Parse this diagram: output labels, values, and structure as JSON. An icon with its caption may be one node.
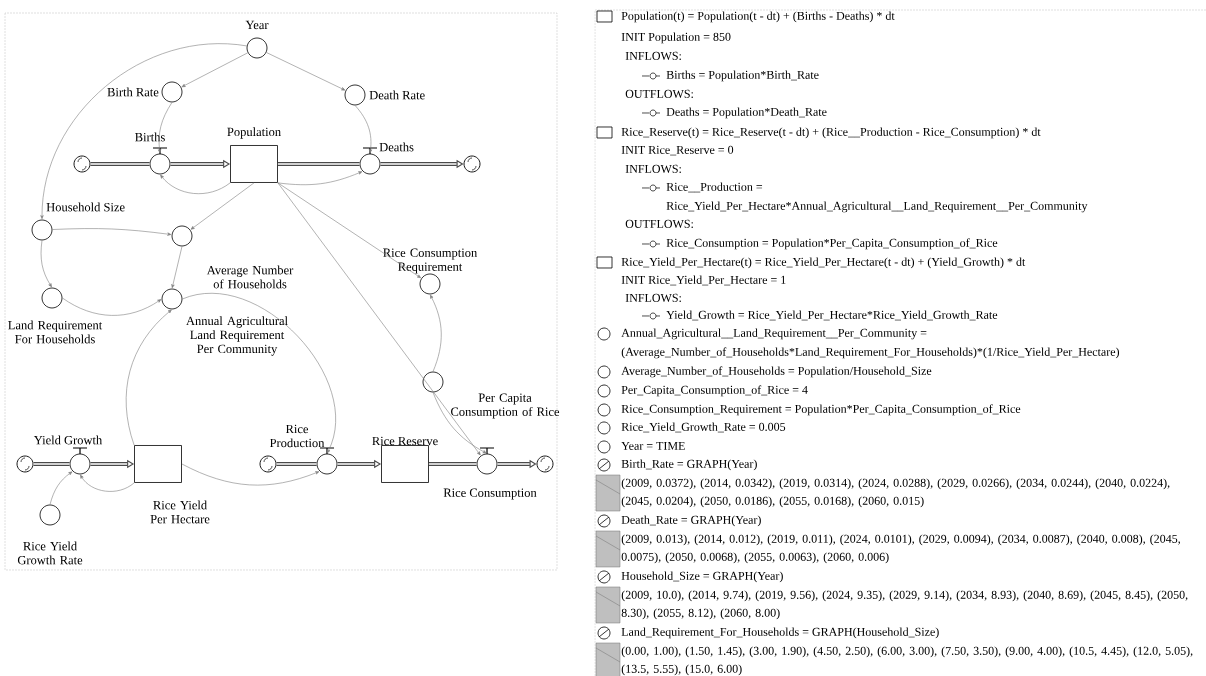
{
  "diagram": {
    "nodes": [
      {
        "text": [
          "Year"
        ]
      },
      {
        "text": [
          "Birth Rate"
        ]
      },
      {
        "text": [
          "Death Rate"
        ]
      },
      {
        "text": [
          "Births"
        ]
      },
      {
        "text": [
          "Population"
        ]
      },
      {
        "text": [
          "Deaths"
        ]
      },
      {
        "text": [],
        "shape": "cloud"
      },
      {
        "text": [],
        "shape": "cloud"
      },
      {
        "text": [
          "Household Size"
        ]
      },
      {
        "text": [
          "Average Number of Households"
        ]
      },
      {
        "text": [
          "Rice Consumption Requirement"
        ]
      },
      {
        "text": [
          "Land Requirement For Households"
        ]
      },
      {
        "text": [
          "Annual Agricultural Land Requirement Per Community"
        ]
      },
      {
        "text": [
          "Per Capita Consumption of Rice"
        ]
      },
      {
        "text": [
          "Yield Growth"
        ]
      },
      {
        "text": [],
        "shape": "cloud"
      },
      {
        "text": [
          "Rice Yield Per Hectare"
        ]
      },
      {
        "text": [
          "Rice Production"
        ]
      },
      {
        "text": [],
        "shape": "cloud"
      },
      {
        "text": [
          "Rice Reserve"
        ]
      },
      {
        "text": [
          "Rice Consumption"
        ]
      },
      {
        "text": [],
        "shape": "cloud"
      },
      {
        "text": [
          "Rice Yield Growth Rate"
        ]
      }
    ],
    "edges": [
      {
        "from": 6,
        "to": 3,
        "arrow": "none",
        "style": "thick"
      },
      {
        "from": 3,
        "to": 4,
        "arrow": "to",
        "style": "thick"
      },
      {
        "from": 4,
        "to": 5,
        "arrow": "none",
        "style": "thick"
      },
      {
        "from": 5,
        "to": 7,
        "arrow": "to",
        "style": "thick"
      },
      {
        "from": 15,
        "to": 14,
        "arrow": "none",
        "style": "thick"
      },
      {
        "from": 14,
        "to": 16,
        "arrow": "to",
        "style": "thick"
      },
      {
        "from": 18,
        "to": 17,
        "arrow": "none",
        "style": "thick"
      },
      {
        "from": 17,
        "to": 19,
        "arrow": "to",
        "style": "thick"
      },
      {
        "from": 19,
        "to": 20,
        "arrow": "none",
        "style": "thick"
      },
      {
        "from": 20,
        "to": 21,
        "arrow": "to",
        "style": "thick"
      },
      {
        "from": 0,
        "to": 1,
        "arrow": "to"
      },
      {
        "from": 0,
        "to": 2,
        "arrow": "to"
      },
      {
        "from": 0,
        "to": 8,
        "arrow": "to"
      },
      {
        "from": 1,
        "to": 3,
        "arrow": "to"
      },
      {
        "from": 2,
        "to": 5,
        "arrow": "to"
      },
      {
        "from": 4,
        "to": 3,
        "arrow": "to"
      },
      {
        "from": 4,
        "to": 5,
        "arrow": "to"
      },
      {
        "from": 4,
        "to": 9,
        "arrow": "to"
      },
      {
        "from": 4,
        "to": 10,
        "arrow": "to"
      },
      {
        "from": 4,
        "to": 20,
        "arrow": "to"
      },
      {
        "from": 8,
        "to": 9,
        "arrow": "to"
      },
      {
        "from": 8,
        "to": 11,
        "arrow": "to"
      },
      {
        "from": 9,
        "to": 12,
        "arrow": "to"
      },
      {
        "from": 11,
        "to": 12,
        "arrow": "to"
      },
      {
        "from": 16,
        "to": 12,
        "arrow": "to"
      },
      {
        "from": 12,
        "to": 17,
        "arrow": "to"
      },
      {
        "from": 16,
        "to": 17,
        "arrow": "to"
      },
      {
        "from": 16,
        "to": 14,
        "arrow": "to"
      },
      {
        "from": 22,
        "to": 14,
        "arrow": "to"
      },
      {
        "from": 13,
        "to": 10,
        "arrow": "to"
      },
      {
        "from": 13,
        "to": 20,
        "arrow": "to"
      }
    ],
    "labels": [
      "Population(t) = Population(t - dt) + (Births - Deaths) * dt",
      "INIT Population = 850",
      "INFLOWS:",
      "Births = Population*Birth_Rate",
      "OUTFLOWS:",
      "Deaths = Population*Death_Rate",
      "Rice_Reserve(t) = Rice_Reserve(t - dt) + (Rice__Production - Rice_Consumption) * dt",
      "INIT Rice_Reserve = 0",
      "INFLOWS:",
      "Rice__Production =",
      "Rice_Yield_Per_Hectare*Annual_Agricultural__Land_Requirement__Per_Community",
      "OUTFLOWS:",
      "Rice_Consumption = Population*Per_Capita_Consumption_of_Rice",
      "Rice_Yield_Per_Hectare(t) = Rice_Yield_Per_Hectare(t - dt) + (Yield_Growth) * dt",
      "INIT Rice_Yield_Per_Hectare = 1",
      "INFLOWS:",
      "Yield_Growth = Rice_Yield_Per_Hectare*Rice_Yield_Growth_Rate",
      "Annual_Agricultural__Land_Requirement__Per_Community =",
      "(Average_Number_of_Households*Land_Requirement_For_Households)*(1/Rice_Yield_Per_Hectare)",
      "Average_Number_of_Households = Population/Household_Size",
      "Per_Capita_Consumption_of_Rice = 4",
      "Rice_Consumption_Requirement = Population*Per_Capita_Consumption_of_Rice",
      "Rice_Yield_Growth_Rate = 0.005",
      "Year = TIME",
      "Birth_Rate = GRAPH(Year)",
      "(2009, 0.0372), (2014, 0.0342), (2019, 0.0314), (2024, 0.0288), (2029, 0.0266), (2034, 0.0244), (2040, 0.0224), (2045, 0.0204), (2050, 0.0186), (2055, 0.0168), (2060, 0.015)",
      "Death_Rate = GRAPH(Year)",
      "(2009, 0.013), (2014, 0.012), (2019, 0.011), (2024, 0.0101), (2029, 0.0094), (2034, 0.0087), (2040, 0.008), (2045, 0.0075), (2050, 0.0068), (2055, 0.0063), (2060, 0.006)",
      "Household_Size = GRAPH(Year)",
      "(2009, 10.0), (2014, 9.74), (2019, 9.56), (2024, 9.35), (2029, 9.14), (2034, 8.93), (2040, 8.69), (2045, 8.45), (2050, 8.30), (2055, 8.12), (2060, 8.00)",
      "Land_Requirement_For_Households = GRAPH(Household_Size)",
      "(0.00, 1.00), (1.50, 1.45), (3.00, 1.90), (4.50, 2.50), (6.00, 3.00), (7.50, 3.50), (9.00, 4.00), (10.5, 4.45), (12.0, 5.05), (13.5, 5.55), (15.0, 6.00)"
    ]
  }
}
